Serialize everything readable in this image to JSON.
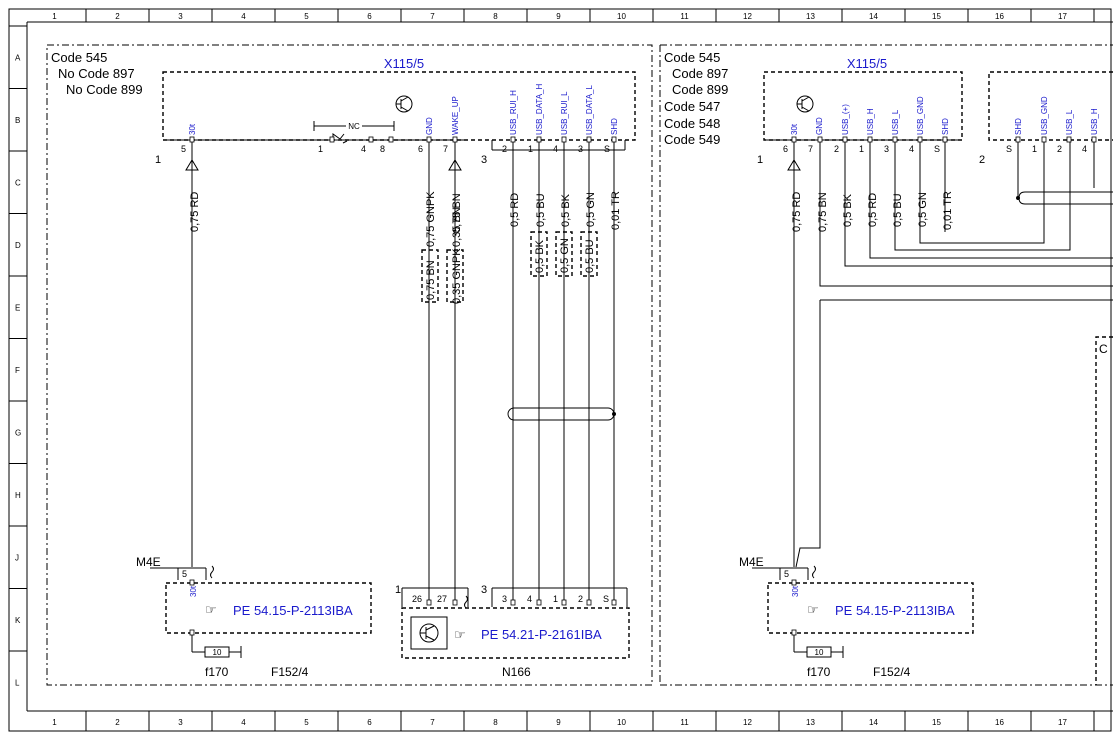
{
  "grid": {
    "columns": [
      "1",
      "2",
      "3",
      "4",
      "5",
      "6",
      "7",
      "8",
      "9",
      "10",
      "11",
      "12",
      "13",
      "14",
      "15",
      "16",
      "17"
    ],
    "rows": [
      "A",
      "B",
      "C",
      "D",
      "E",
      "F",
      "G",
      "H",
      "J",
      "K",
      "L"
    ]
  },
  "left": {
    "codes": [
      "Code 545",
      "No Code 897",
      "No Code 899"
    ],
    "connector": {
      "name": "X115/5",
      "group1": {
        "num": "1",
        "pins": [
          {
            "label": "30t",
            "num": "5"
          },
          {
            "label": "GND",
            "num": "6"
          },
          {
            "label": "WAKE_UP",
            "num": "7"
          }
        ]
      },
      "nc": {
        "label": "NC",
        "pins": [
          "1",
          "4",
          "8"
        ]
      },
      "group3": {
        "num": "3",
        "pins": [
          {
            "label": "USB_RUI_H",
            "num": "2"
          },
          {
            "label": "USB_DATA_H",
            "num": "1"
          },
          {
            "label": "USB_RUI_L",
            "num": "4"
          },
          {
            "label": "USB_DATA_L",
            "num": "3"
          },
          {
            "label": "SHD",
            "num": "S"
          }
        ]
      }
    },
    "wires": [
      "0,75 RD",
      "0,75 GNPK",
      "0,75 BN",
      "0,5 RD",
      "0,5 BU",
      "0,5 BK",
      "0,5 GN",
      "0,01 TR"
    ],
    "boxed_wires": [
      "0,75 BN",
      "0,35 GNPK",
      "0,5 BK",
      "0,5 GN",
      "0,5 BU"
    ],
    "wire_alt_2": "0,35 BN",
    "m4e": "M4E",
    "m4e_pin": "5",
    "m4e_label": "30t",
    "ref1": "PE 54.15-P-2113IBA",
    "fuse": "10",
    "fuse_label": "f170",
    "fuse_box": "F152/4",
    "n166": {
      "name": "N166",
      "conn1": "1",
      "conn1_pins": [
        "26",
        "27"
      ],
      "conn3": "3",
      "conn3_pins": [
        "3",
        "4",
        "1",
        "2",
        "S"
      ],
      "ref": "PE 54.21-P-2161IBA"
    }
  },
  "right": {
    "codes": [
      "Code 545",
      "Code 897",
      "Code 899",
      "Code 547",
      "Code 548",
      "Code 549"
    ],
    "connector": {
      "name": "X115/5",
      "group1": {
        "num": "1",
        "pins": [
          {
            "label": "30t",
            "num": "6"
          },
          {
            "label": "GND",
            "num": "7"
          },
          {
            "label": "USB_(+)",
            "num": "2"
          },
          {
            "label": "USB_H",
            "num": "1"
          },
          {
            "label": "USB_L",
            "num": "3"
          },
          {
            "label": "USB_GND",
            "num": "4"
          },
          {
            "label": "SHD",
            "num": "S"
          }
        ]
      }
    },
    "connector2": {
      "num": "2",
      "pins": [
        {
          "label": "SHD",
          "num": "S"
        },
        {
          "label": "USB_GND",
          "num": "1"
        },
        {
          "label": "USB_L",
          "num": "2"
        },
        {
          "label": "USB_H",
          "num": "4"
        }
      ]
    },
    "wires": [
      "0,75 RD",
      "0,75 BN",
      "0,5 BK",
      "0,5 RD",
      "0,5 BU",
      "0,5 GN",
      "0,01 TR"
    ],
    "m4e": "M4E",
    "m4e_pin": "5",
    "m4e_label": "30t",
    "ref1": "PE 54.15-P-2113IBA",
    "fuse": "10",
    "fuse_label": "f170",
    "fuse_box": "F152/4",
    "edge_label": "C"
  }
}
